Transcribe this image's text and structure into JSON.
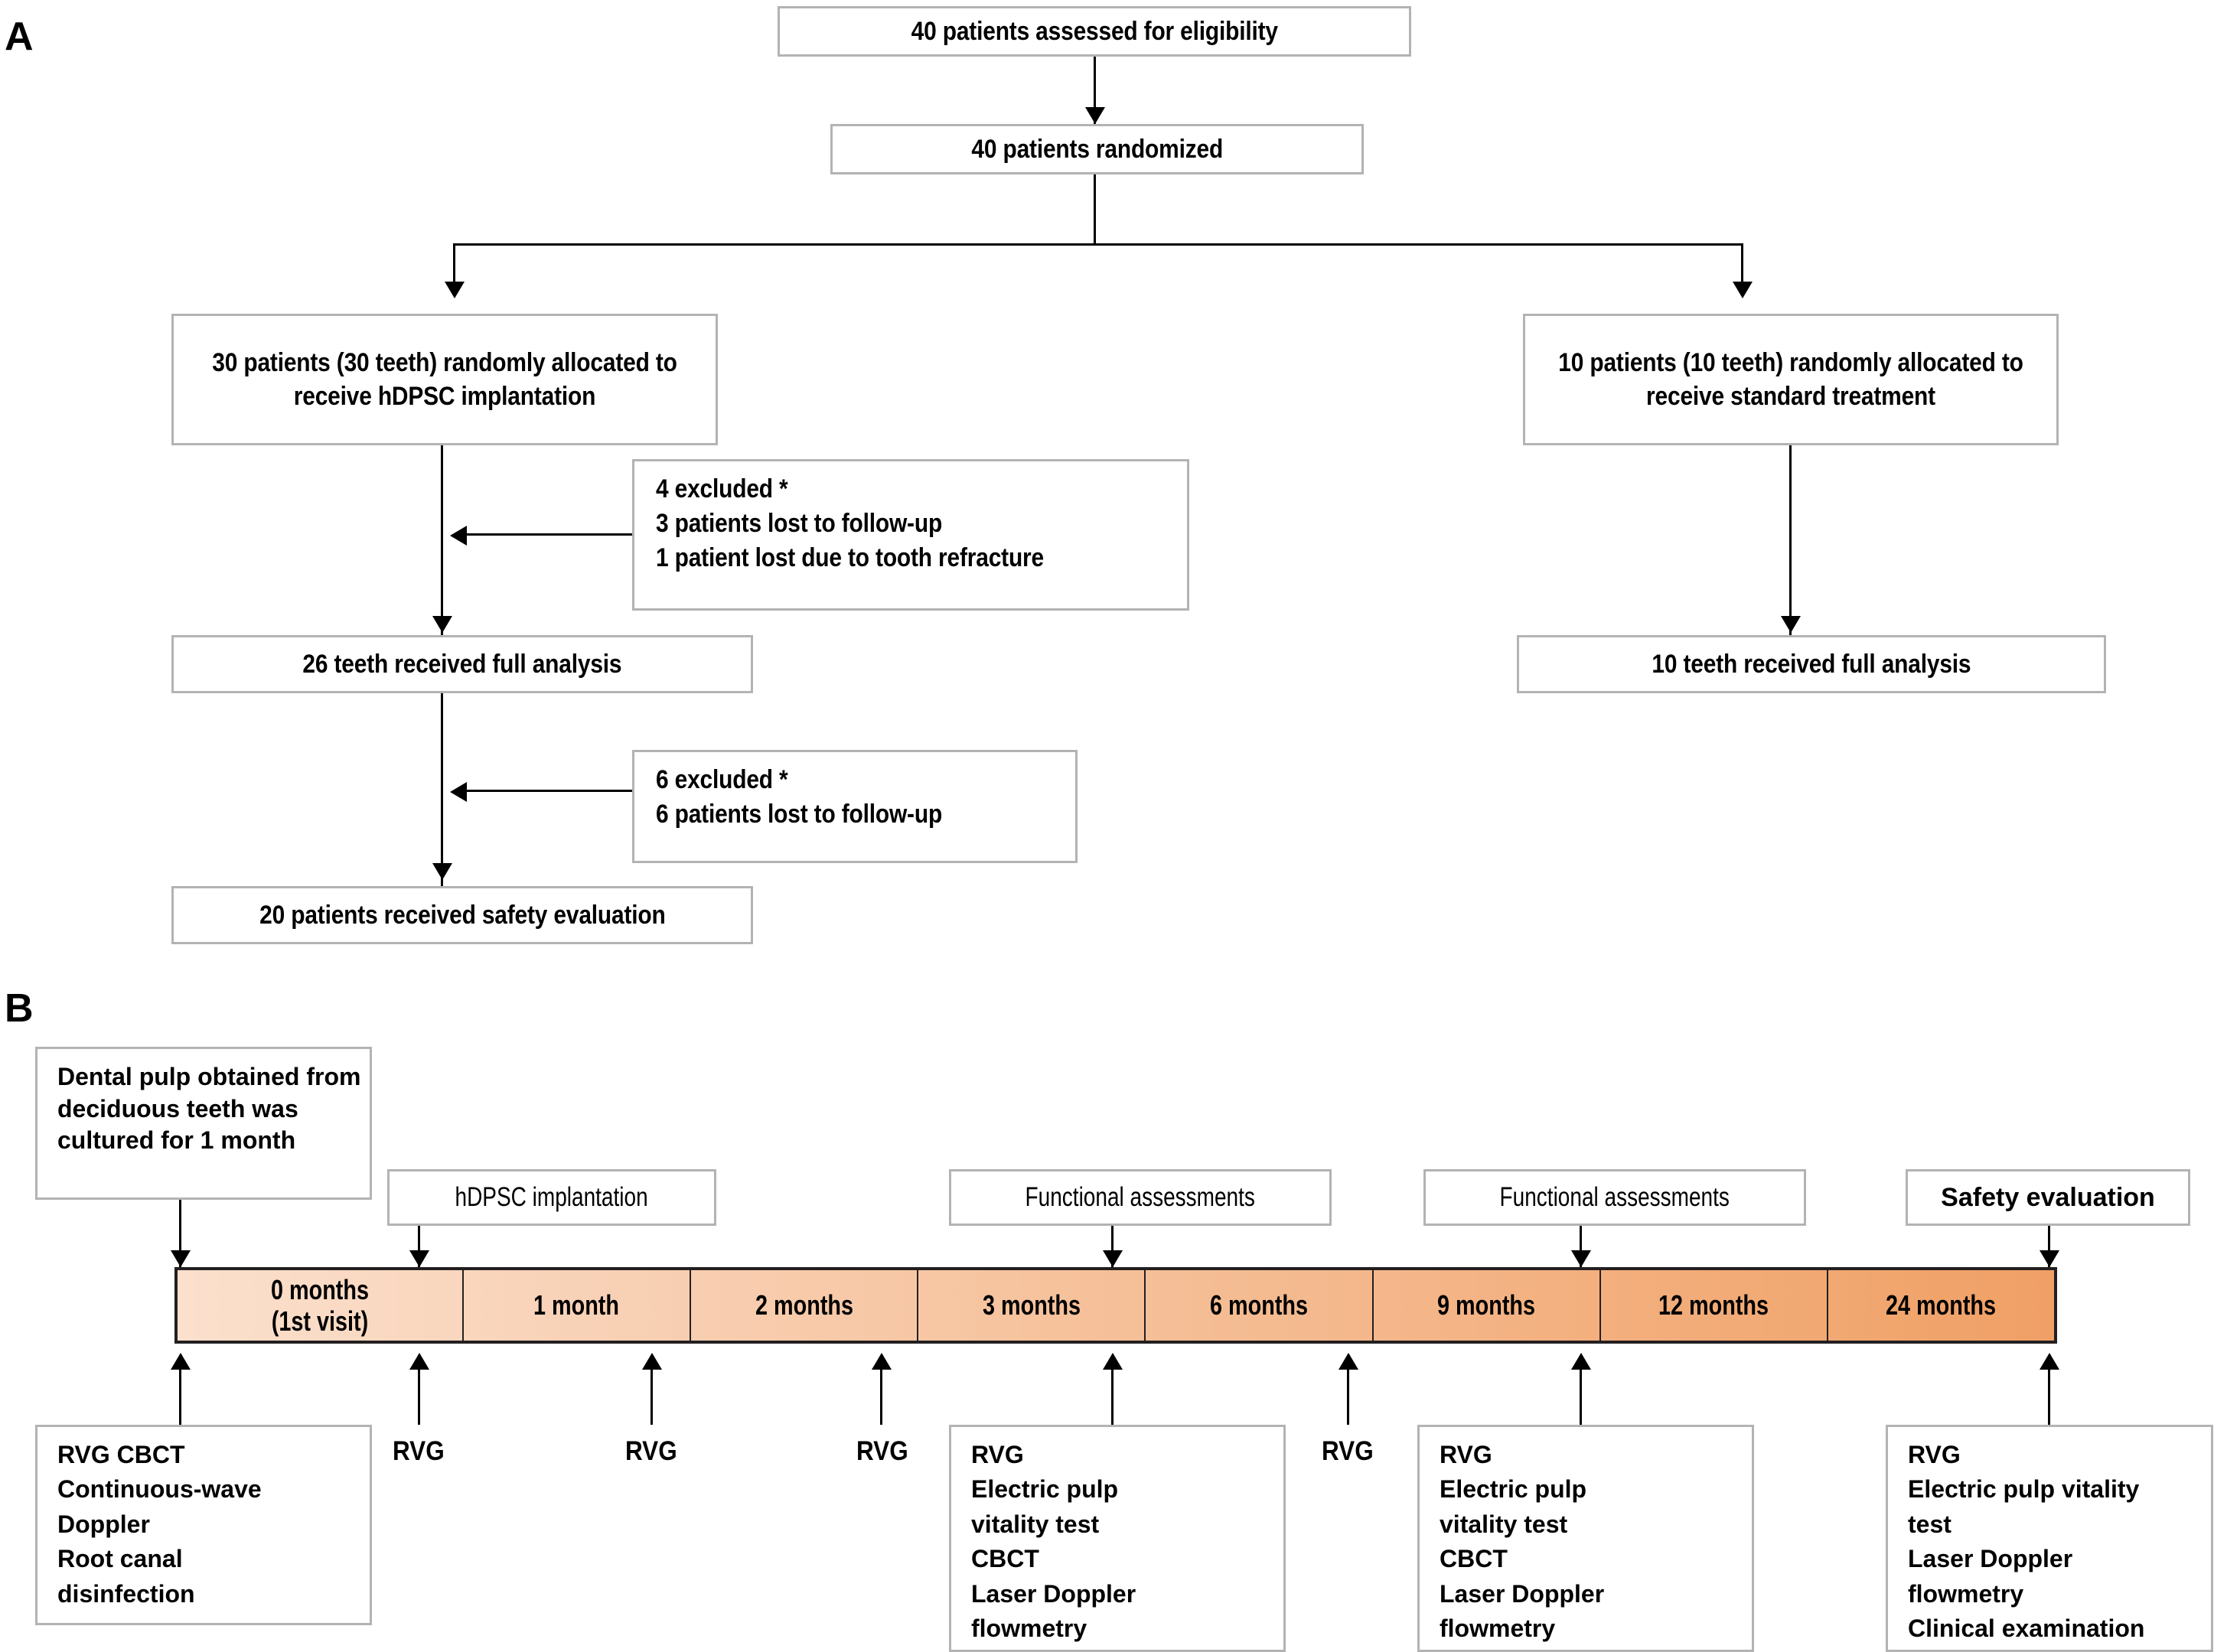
{
  "panels": {
    "a_letter": "A",
    "b_letter": "B"
  },
  "flowchart": {
    "eligibility": "40 patients assessed for eligibility",
    "randomized": "40 patients randomized",
    "allocated_hdpsc": "30 patients (30 teeth) randomly allocated to receive hDPSC implantation",
    "allocated_standard": "10 patients (10 teeth) randomly allocated to receive standard treatment",
    "excluded_1": "4 excluded *\n3 patients lost to follow-up\n1 patient lost due to tooth refracture",
    "excluded_2": "6 excluded *\n6 patients  lost to follow-up",
    "analysis_hdpsc": "26 teeth received full analysis",
    "analysis_standard": "10 teeth received full analysis",
    "safety": "20 patients received  safety evaluation"
  },
  "timeline": {
    "segments": [
      {
        "label": "0 months\n(1st visit)"
      },
      {
        "label": "1 month"
      },
      {
        "label": "2 months"
      },
      {
        "label": "3 months"
      },
      {
        "label": "6 months"
      },
      {
        "label": "9 months"
      },
      {
        "label": "12 months"
      },
      {
        "label": "24 months"
      }
    ],
    "colors": {
      "start": "#fbe0cd",
      "end": "#f0a065",
      "border": "#231f20"
    },
    "top_events": [
      {
        "label": "Dental pulp obtained from deciduous teeth was cultured for 1 month"
      },
      {
        "label": "hDPSC implantation"
      },
      {
        "label": "Functional assessments"
      },
      {
        "label": "Functional assessments"
      },
      {
        "label": "Safety evaluation"
      }
    ],
    "bottom_events": [
      {
        "label": "RVG  CBCT\nContinuous-wave\nDoppler\nRoot canal\ndisinfection"
      },
      {
        "label": "RVG"
      },
      {
        "label": "RVG"
      },
      {
        "label": "RVG"
      },
      {
        "label": "RVG\nElectric pulp\nvitality test\nCBCT\nLaser Doppler\nflowmetry"
      },
      {
        "label": "RVG"
      },
      {
        "label": "RVG\nElectric pulp\nvitality test\nCBCT\nLaser Doppler\nflowmetry"
      },
      {
        "label": "RVG\nElectric pulp vitality\ntest\nLaser Doppler\nflowmetry\nClinical examination"
      }
    ]
  }
}
